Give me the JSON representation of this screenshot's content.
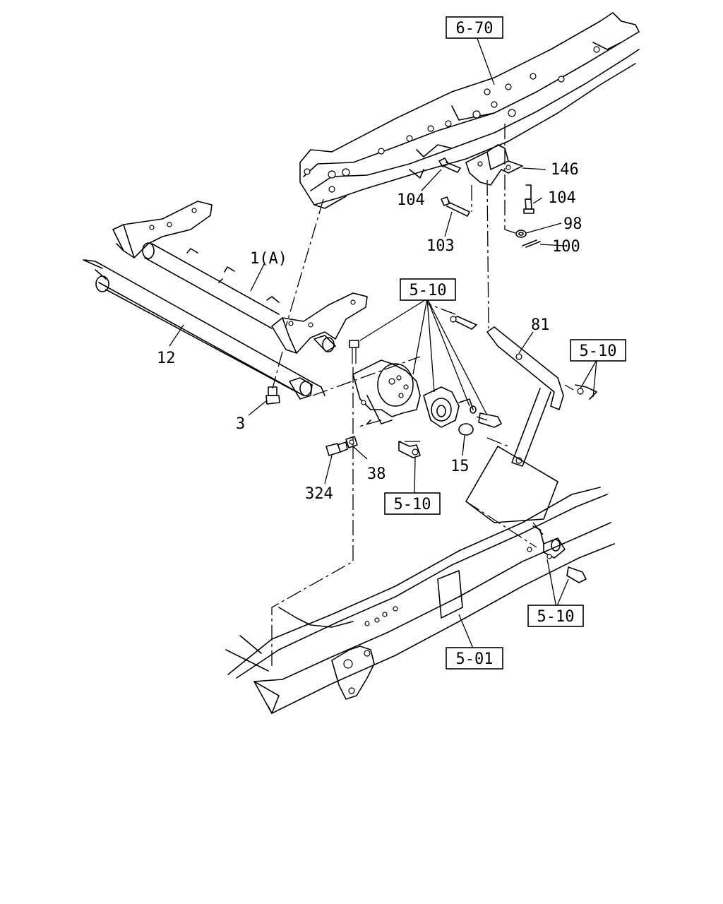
{
  "diagram": {
    "callouts": [
      {
        "id": "6-70",
        "text": "6-70"
      },
      {
        "id": "146",
        "text": "146"
      },
      {
        "id": "104a",
        "text": "104"
      },
      {
        "id": "104b",
        "text": "104"
      },
      {
        "id": "98",
        "text": "98"
      },
      {
        "id": "100",
        "text": "100"
      },
      {
        "id": "103",
        "text": "103"
      },
      {
        "id": "1a",
        "text": "1(A)"
      },
      {
        "id": "12",
        "text": "12"
      },
      {
        "id": "5-10a",
        "text": "5-10"
      },
      {
        "id": "81",
        "text": "81"
      },
      {
        "id": "5-10b",
        "text": "5-10"
      },
      {
        "id": "3",
        "text": "3"
      },
      {
        "id": "15",
        "text": "15"
      },
      {
        "id": "38",
        "text": "38"
      },
      {
        "id": "324",
        "text": "324"
      },
      {
        "id": "5-10c",
        "text": "5-10"
      },
      {
        "id": "5-10d",
        "text": "5-10"
      },
      {
        "id": "5-01",
        "text": "5-01"
      }
    ]
  }
}
